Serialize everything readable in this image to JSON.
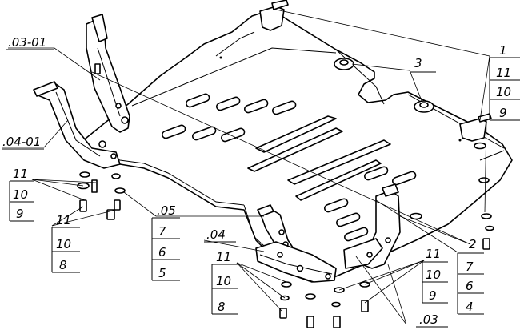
{
  "labels": {
    "l_03_01": ".03-01",
    "l_04_01": ".04-01",
    "l_1": "1",
    "l_11_tr": "11",
    "l_10_tr": "10",
    "l_9_tr": "9",
    "l_3": "3",
    "l_11_l": "11",
    "l_10_l": "10",
    "l_9_l": "9",
    "l_11_l2": "11",
    "l_10_l2": "10",
    "l_8_l2": "8",
    "l_05": ".05",
    "l_7_c": "7",
    "l_6_c": "6",
    "l_5_c": "5",
    "l_04": ".04",
    "l_11_b": "11",
    "l_10_b": "10",
    "l_8_b": "8",
    "l_11_br": "11",
    "l_10_br": "10",
    "l_9_br": "9",
    "l_03": ".03",
    "l_2": "2",
    "l_7_r": "7",
    "l_6_r": "6",
    "l_4_r": "4"
  }
}
